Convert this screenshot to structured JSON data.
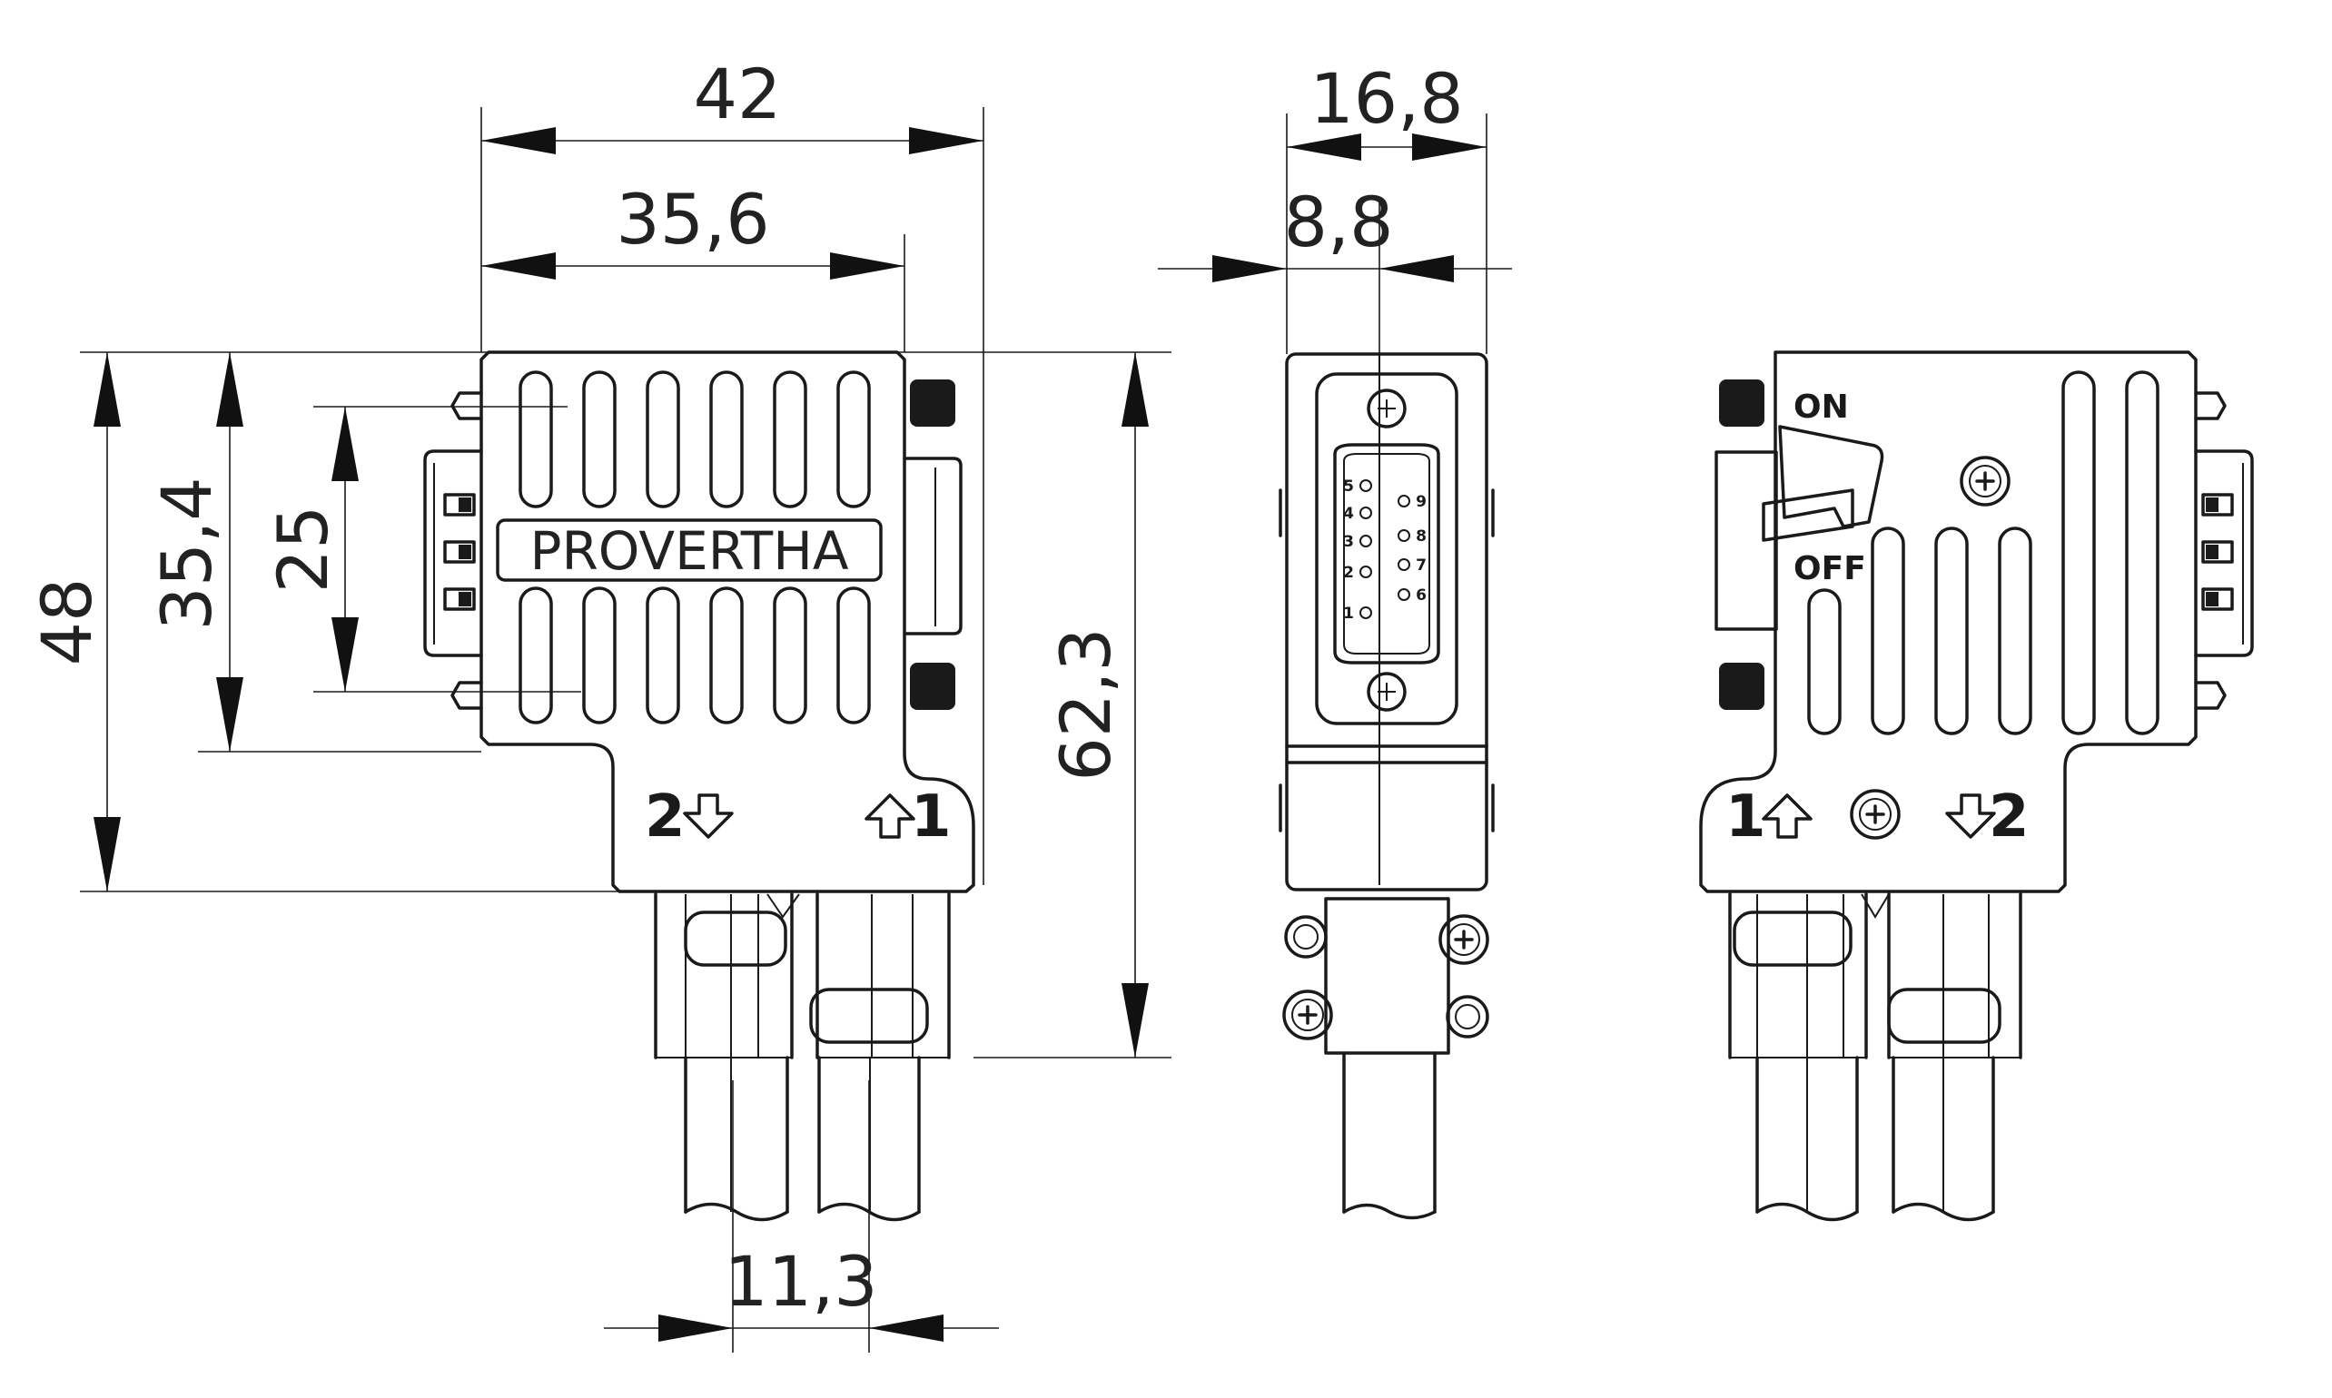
{
  "dimensions": {
    "width_total": "42",
    "width_body": "35,6",
    "height_total": "48",
    "height_body": "35,4",
    "screw_spacing": "25",
    "depth_total": "62,3",
    "side_width": "16,8",
    "side_offset": "8,8",
    "cable_spacing": "11,3"
  },
  "labels": {
    "brand": "PROVERTHA",
    "port_a_front": "2",
    "port_b_front": "1",
    "port_a_back": "1",
    "port_b_back": "2",
    "switch_on": "ON",
    "switch_off": "OFF"
  },
  "pins": {
    "row_a": [
      "5",
      "4",
      "3",
      "2",
      "1"
    ],
    "row_b": [
      "9",
      "8",
      "7",
      "6"
    ]
  },
  "icons": {
    "port_in": "arrow-down-icon",
    "port_out": "arrow-up-icon",
    "screw": "phillips-screw-icon"
  }
}
